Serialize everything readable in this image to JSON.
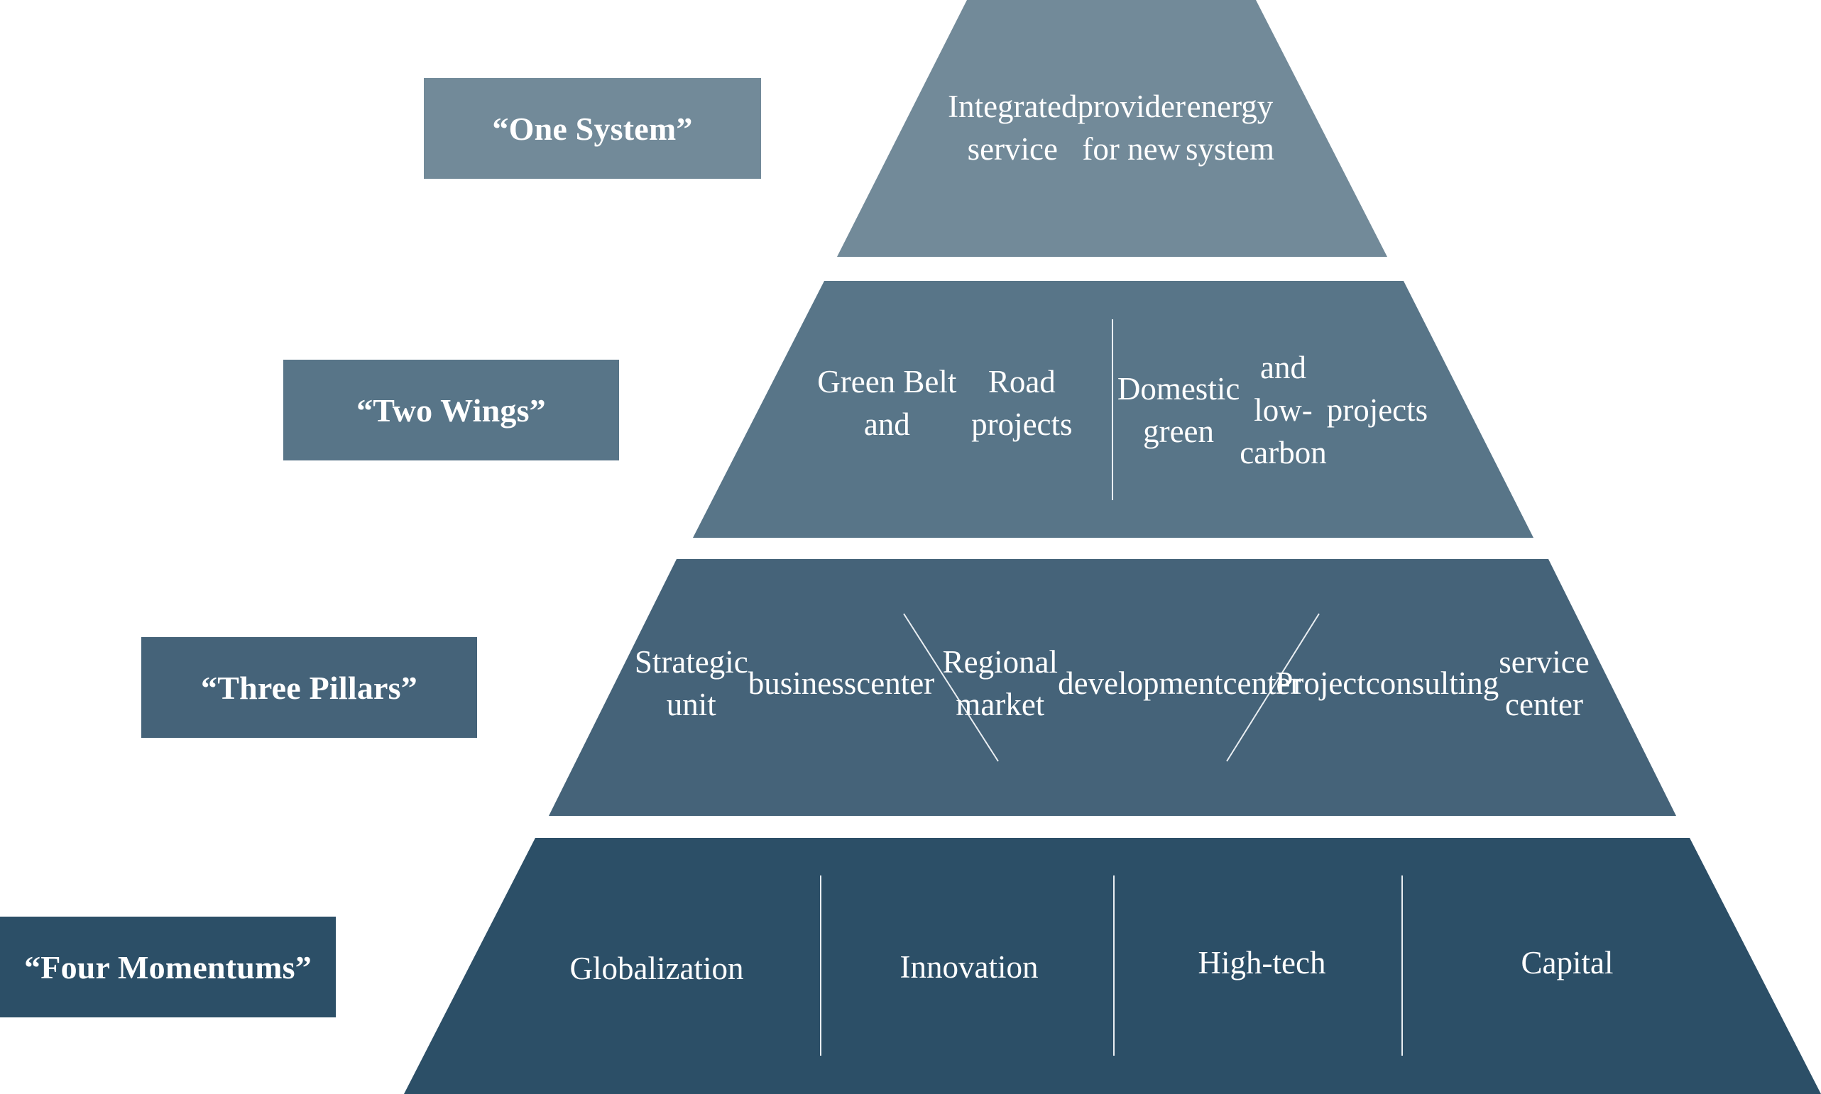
{
  "colors": {
    "level1": "#728a99",
    "level2": "#587588",
    "level3": "#456379",
    "level4": "#2c4f67",
    "divider": "#e9eef2"
  },
  "levels": [
    {
      "label": "“One System”",
      "segments": [
        {
          "lines": [
            "Integrated service",
            "provider for new",
            "energy system"
          ]
        }
      ]
    },
    {
      "label": "“Two Wings”",
      "segments": [
        {
          "lines": [
            "Green Belt and",
            "Road projects"
          ]
        },
        {
          "lines": [
            "Domestic green",
            "and low-carbon",
            "projects"
          ]
        }
      ]
    },
    {
      "label": "“Three Pillars”",
      "segments": [
        {
          "lines": [
            "Strategic unit",
            "business",
            "center"
          ]
        },
        {
          "lines": [
            "Regional market",
            "development",
            "center"
          ]
        },
        {
          "lines": [
            "Project",
            "consulting",
            "service center"
          ]
        }
      ]
    },
    {
      "label": "“Four Momentums”",
      "segments": [
        {
          "lines": [
            "Globalization"
          ]
        },
        {
          "lines": [
            "Innovation"
          ]
        },
        {
          "lines": [
            "High-tech"
          ]
        },
        {
          "lines": [
            "Capital"
          ]
        }
      ]
    }
  ]
}
